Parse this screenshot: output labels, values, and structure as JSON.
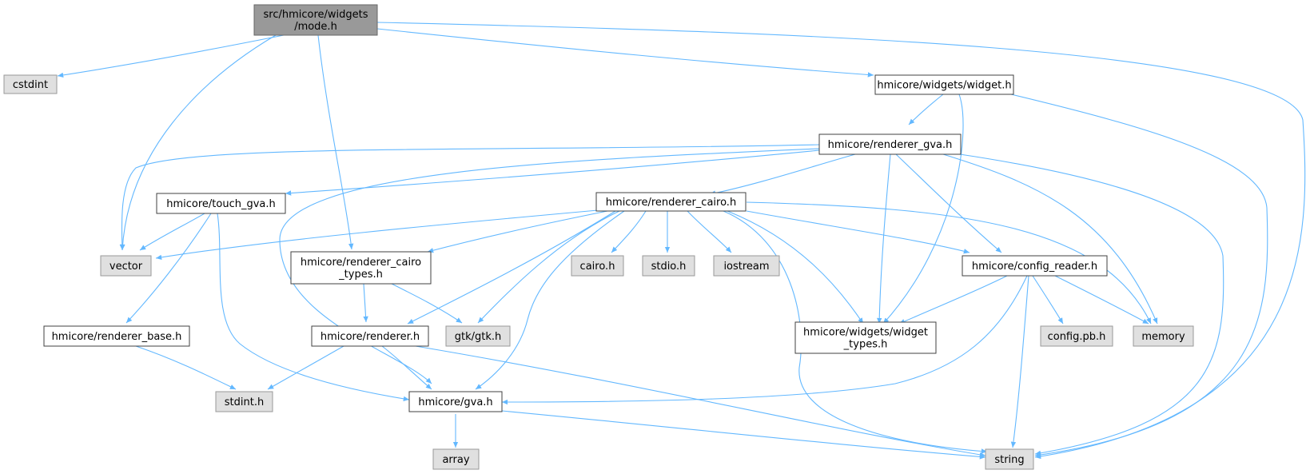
{
  "colors": {
    "edge": "#63b8ff",
    "root_fill": "#999999",
    "root_stroke": "#666666",
    "local_fill": "#ffffff",
    "local_stroke": "#404040",
    "system_fill": "#e0e0e0",
    "system_stroke": "#999999"
  },
  "nodes": {
    "root": {
      "lines": [
        "src/hmicore/widgets",
        "/mode.h"
      ],
      "kind": "root"
    },
    "cstdint": {
      "lines": [
        "cstdint"
      ],
      "kind": "system"
    },
    "widget_h": {
      "lines": [
        "hmicore/widgets/widget.h"
      ],
      "kind": "local"
    },
    "renderer_gva_h": {
      "lines": [
        "hmicore/renderer_gva.h"
      ],
      "kind": "local"
    },
    "touch_gva_h": {
      "lines": [
        "hmicore/touch_gva.h"
      ],
      "kind": "local"
    },
    "renderer_cairo_h": {
      "lines": [
        "hmicore/renderer_cairo.h"
      ],
      "kind": "local"
    },
    "vector": {
      "lines": [
        "vector"
      ],
      "kind": "system"
    },
    "renderer_cairo_types_h": {
      "lines": [
        "hmicore/renderer_cairo",
        "_types.h"
      ],
      "kind": "local"
    },
    "cairo_h": {
      "lines": [
        "cairo.h"
      ],
      "kind": "system"
    },
    "stdio_h": {
      "lines": [
        "stdio.h"
      ],
      "kind": "system"
    },
    "iostream": {
      "lines": [
        "iostream"
      ],
      "kind": "system"
    },
    "config_reader_h": {
      "lines": [
        "hmicore/config_reader.h"
      ],
      "kind": "local"
    },
    "renderer_base_h": {
      "lines": [
        "hmicore/renderer_base.h"
      ],
      "kind": "local"
    },
    "renderer_h": {
      "lines": [
        "hmicore/renderer.h"
      ],
      "kind": "local"
    },
    "gtk_h": {
      "lines": [
        "gtk/gtk.h"
      ],
      "kind": "system"
    },
    "widget_types_h": {
      "lines": [
        "hmicore/widgets/widget",
        "_types.h"
      ],
      "kind": "local"
    },
    "config_pb_h": {
      "lines": [
        "config.pb.h"
      ],
      "kind": "system"
    },
    "memory": {
      "lines": [
        "memory"
      ],
      "kind": "system"
    },
    "stdint_h": {
      "lines": [
        "stdint.h"
      ],
      "kind": "system"
    },
    "gva_h": {
      "lines": [
        "hmicore/gva.h"
      ],
      "kind": "local"
    },
    "array": {
      "lines": [
        "array"
      ],
      "kind": "system"
    },
    "string": {
      "lines": [
        "string"
      ],
      "kind": "system"
    }
  },
  "edges": [
    [
      "root",
      "cstdint"
    ],
    [
      "root",
      "vector"
    ],
    [
      "root",
      "renderer_cairo_types_h"
    ],
    [
      "root",
      "widget_h"
    ],
    [
      "root",
      "string"
    ],
    [
      "widget_h",
      "renderer_gva_h"
    ],
    [
      "widget_h",
      "widget_types_h"
    ],
    [
      "widget_h",
      "string"
    ],
    [
      "renderer_gva_h",
      "vector"
    ],
    [
      "renderer_gva_h",
      "touch_gva_h"
    ],
    [
      "renderer_gva_h",
      "gva_h"
    ],
    [
      "renderer_gva_h",
      "renderer_cairo_h"
    ],
    [
      "renderer_gva_h",
      "widget_types_h"
    ],
    [
      "renderer_gva_h",
      "config_reader_h"
    ],
    [
      "renderer_gva_h",
      "memory"
    ],
    [
      "renderer_gva_h",
      "string"
    ],
    [
      "touch_gva_h",
      "vector"
    ],
    [
      "touch_gva_h",
      "renderer_base_h"
    ],
    [
      "touch_gva_h",
      "gva_h"
    ],
    [
      "renderer_cairo_h",
      "vector"
    ],
    [
      "renderer_cairo_h",
      "renderer_cairo_types_h"
    ],
    [
      "renderer_cairo_h",
      "renderer_h"
    ],
    [
      "renderer_cairo_h",
      "gtk_h"
    ],
    [
      "renderer_cairo_h",
      "gva_h"
    ],
    [
      "renderer_cairo_h",
      "cairo_h"
    ],
    [
      "renderer_cairo_h",
      "stdio_h"
    ],
    [
      "renderer_cairo_h",
      "iostream"
    ],
    [
      "renderer_cairo_h",
      "string"
    ],
    [
      "renderer_cairo_h",
      "widget_types_h"
    ],
    [
      "renderer_cairo_h",
      "config_reader_h"
    ],
    [
      "renderer_cairo_h",
      "memory"
    ],
    [
      "renderer_cairo_types_h",
      "renderer_h"
    ],
    [
      "renderer_cairo_types_h",
      "gtk_h"
    ],
    [
      "renderer_base_h",
      "stdint_h"
    ],
    [
      "renderer_h",
      "stdint_h"
    ],
    [
      "renderer_h",
      "gva_h"
    ],
    [
      "renderer_h",
      "string"
    ],
    [
      "config_reader_h",
      "widget_types_h"
    ],
    [
      "config_reader_h",
      "gva_h"
    ],
    [
      "config_reader_h",
      "config_pb_h"
    ],
    [
      "config_reader_h",
      "memory"
    ],
    [
      "config_reader_h",
      "string"
    ],
    [
      "gva_h",
      "array"
    ],
    [
      "gva_h",
      "string"
    ]
  ]
}
